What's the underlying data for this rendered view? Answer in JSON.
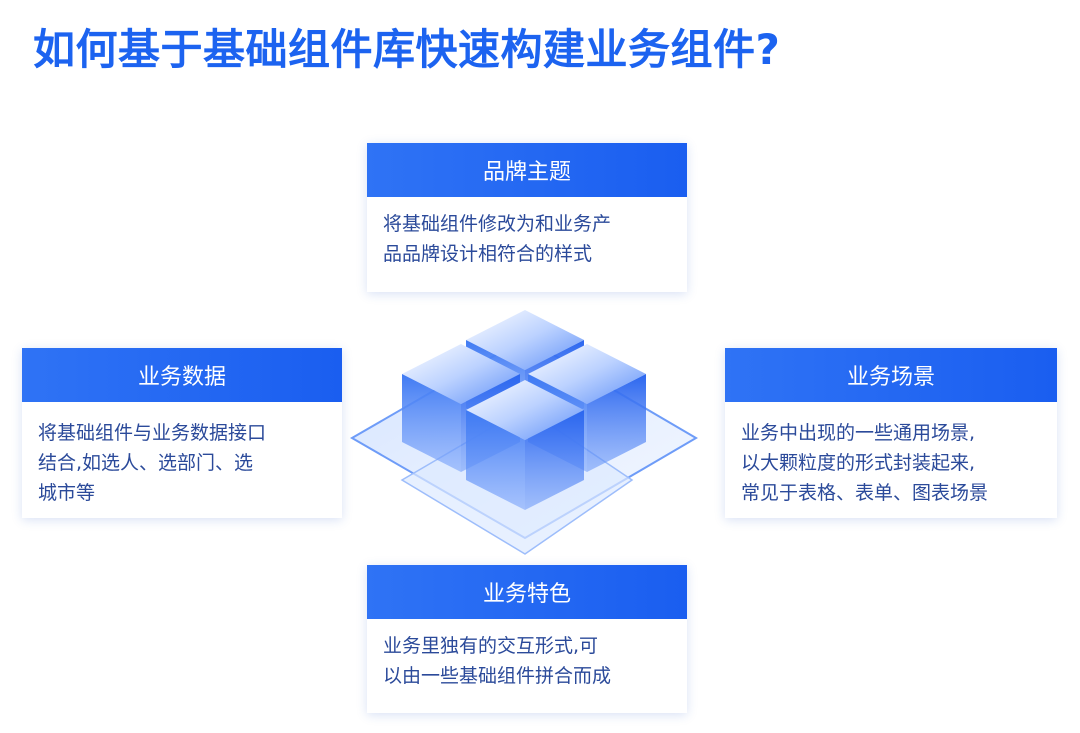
{
  "title": "如何基于基础组件库快速构建业务组件?",
  "cards": {
    "top": {
      "heading": "品牌主题",
      "lines": [
        "将基础组件修改为和业务产",
        "品品牌设计相符合的样式"
      ]
    },
    "left": {
      "heading": "业务数据",
      "lines": [
        "将基础组件与业务数据接口",
        "结合,如选人、选部门、选",
        "城市等"
      ]
    },
    "right": {
      "heading": "业务场景",
      "lines": [
        "业务中出现的一些通用场景,",
        "以大颗粒度的形式封装起来,",
        "常见于表格、表单、图表场景"
      ]
    },
    "bottom": {
      "heading": "业务特色",
      "lines": [
        "业务里独有的交互形式,可",
        "以由一些基础组件拼合而成"
      ]
    }
  },
  "colors": {
    "brand": "#1c63f0",
    "card_head": "#1a5ef0",
    "body_text": "#2b4a9a"
  },
  "illustration": "blue-cubes-stack-icon"
}
